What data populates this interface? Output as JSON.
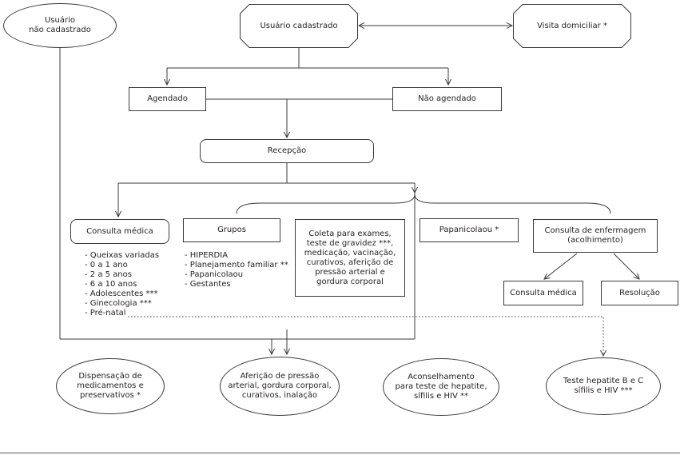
{
  "nodes": {
    "usuario_nao_cadastrado": "Usuário\nnão cadastrado",
    "usuario_cadastrado": "Usuário cadastrado",
    "visita_domiciliar": "Visita domiciliar *",
    "agendado": "Agendado",
    "nao_agendado": "Não agendado",
    "recepcao": "Recepção",
    "consulta_medica": "Consulta médica",
    "grupos": "Grupos",
    "coleta": "Coleta para exames,\nteste de gravidez ***,\nmedicação, vacinação,\ncurativos, aferição de\npressão arterial e\ngordura corporal",
    "papanicolaou": "Papanicolaou *",
    "consulta_enfermagem": "Consulta de enfermagem\n(acolhimento)",
    "consulta_medica_2": "Consulta médica",
    "resolucao": "Resolução",
    "dispensacao": "Dispensação de\nmedicamentos e\npreservativos *",
    "afericao": "Aferição de pressão\narterial, gordura corporal,\ncurativos, inalação",
    "aconselhamento": "Aconselhamento\npara teste de hepatite,\nsífilis e HIV **",
    "teste_hepatite": "Teste hepatite B e C\nsífilis e HIV ***"
  },
  "consulta_medica_items": [
    "- Queixas variadas",
    "- 0 a 1 ano",
    "- 2 a 5 anos",
    "- 6 a 10 anos",
    "- Adolescentes ***",
    "- Ginecologia ***",
    "- Pré-natal"
  ],
  "grupos_items": [
    "- HIPERDIA",
    "- Planejamento familiar **",
    "- Papanicolaou",
    "- Gestantes"
  ],
  "colors": {
    "line": "#3a3a3a",
    "text": "#231f20"
  }
}
